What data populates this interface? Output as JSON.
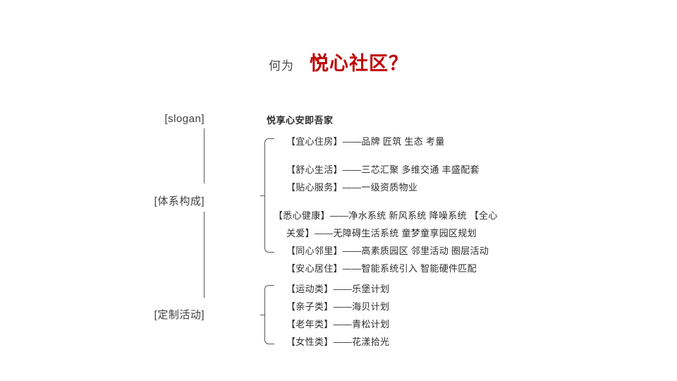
{
  "title": {
    "prefix": "何为",
    "main": "悦心社区？",
    "accent_color": "#c00000",
    "prefix_color": "#4a4a4a"
  },
  "diagram": {
    "line_color": "#5a5a5a",
    "background": "#ffffff",
    "branches": [
      {
        "label": "[slogan]",
        "items": [
          "悦享心安即吾家"
        ]
      },
      {
        "label": "[体系构成]",
        "items": [
          "【宜心住房】——品牌 匠筑 生态 考量",
          "【舒心生活】——三芯汇聚 多维交通 丰盛配套",
          "【贴心服务】——一级资质物业",
          "【悉心健康】——净水系统 新风系统 降噪系统  【全心关爱】——无障碍生活系统 童梦童享园区规划",
          "【同心邻里】——高素质园区 邻里活动 圈层活动",
          "【安心居住】——智能系统引入 智能硬件匹配"
        ]
      },
      {
        "label": "[定制活动]",
        "items": [
          "【运动类】——乐堡计划",
          "【亲子类】——海贝计划",
          "【老年类】——青松计划",
          "【女性类】——花漾拾光"
        ]
      }
    ]
  }
}
